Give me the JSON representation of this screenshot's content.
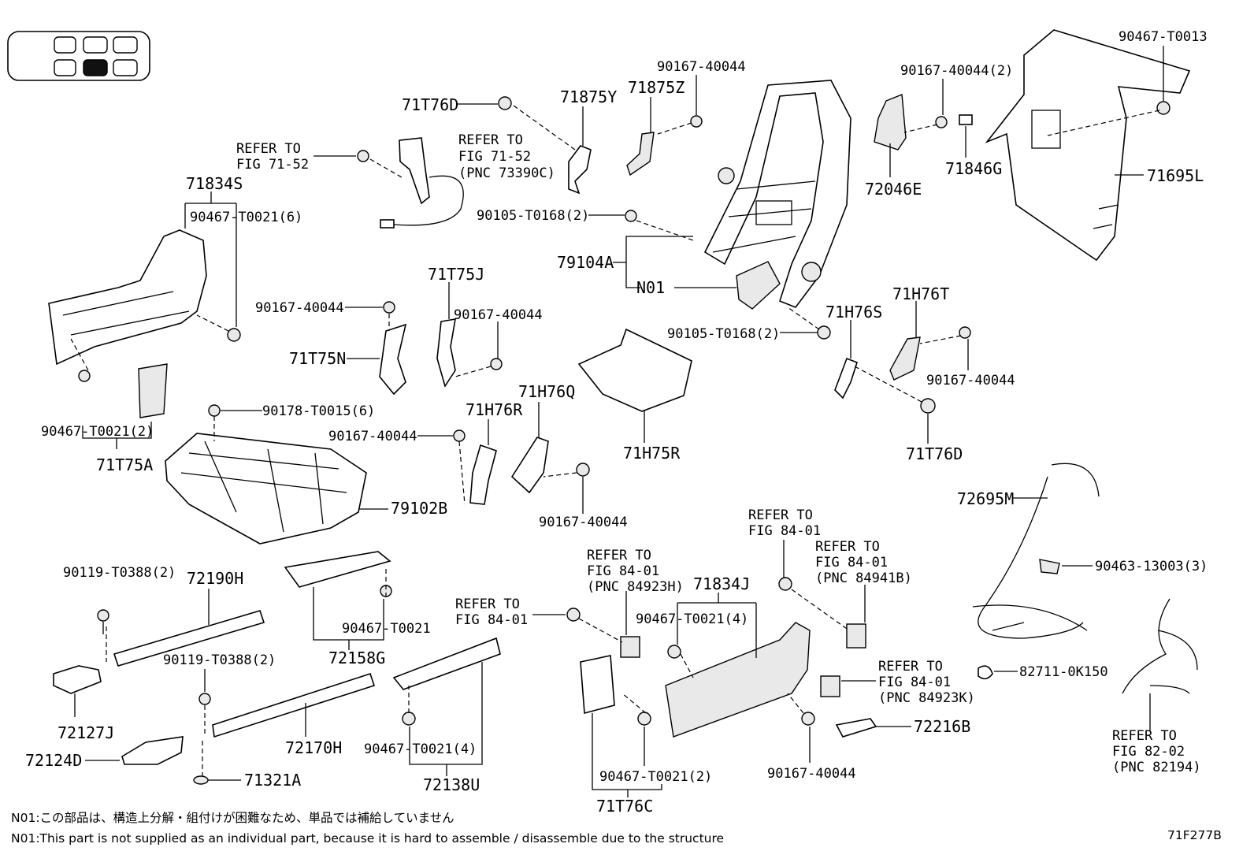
{
  "diagram_id": "71F277B",
  "notes": {
    "jp": "N01:この部品は、構造上分解・組付けが困難なため、単品では補給していません",
    "en": "N01:This part is not supplied as an individual part, because it is hard to assemble / disassemble due to the structure"
  },
  "labels": {
    "p90467_T0013": "90467-T0013",
    "p90167_40044_2_top": "90167-40044(2)",
    "p90167_40044_top": "90167-40044",
    "p71875Z": "71875Z",
    "p71875Y": "71875Y",
    "p71T76D_top": "71T76D",
    "refer_to_a": "REFER TO",
    "fig_71_52_a": "FIG 71-52",
    "refer_to_b": "REFER TO",
    "fig_71_52_b": "FIG 71-52",
    "pnc_73390C": "(PNC 73390C)",
    "p72046E": "72046E",
    "p71846G": "71846G",
    "p71695L": "71695L",
    "p71834S": "71834S",
    "p90467_T0021_6": "90467-T0021(6)",
    "p90105_T0168_2_a": "90105-T0168(2)",
    "p79104A": "79104A",
    "pN01": "N01",
    "p71T75J": "71T75J",
    "p90167_40044_left": "90167-40044",
    "p90167_40044_mid": "90167-40044",
    "p71T75N": "71T75N",
    "p71H76T": "71H76T",
    "p71H76S": "71H76S",
    "p90105_T0168_2_b": "90105-T0168(2)",
    "p90167_40044_right": "90167-40044",
    "p71T76D_right": "71T76D",
    "p90178_T0015_6": "90178-T0015(6)",
    "p90467_T0021_2_left": "90467-T0021(2)",
    "p71T75A": "71T75A",
    "p71H76Q": "71H76Q",
    "p71H76R": "71H76R",
    "p90167_40044_center": "90167-40044",
    "p71H75R": "71H75R",
    "p79102B": "79102B",
    "p90167_40044_lower": "90167-40044",
    "p72695M": "72695M",
    "refer_to_c": "REFER TO",
    "fig_84_01_c": "FIG 84-01",
    "refer_to_d": "REFER TO",
    "fig_84_01_d": "FIG 84-01",
    "pnc_84941B": "(PNC 84941B)",
    "refer_to_e": "REFER TO",
    "fig_84_01_e": "FIG 84-01",
    "pnc_84923H": "(PNC 84923H)",
    "p71834J": "71834J",
    "p90463_13003_3": "90463-13003(3)",
    "p90119_T0388_2_a": "90119-T0388(2)",
    "p72190H": "72190H",
    "p90467_T0021_mid": "90467-T0021",
    "p72158G": "72158G",
    "refer_to_f": "REFER TO",
    "fig_84_01_f": "FIG 84-01",
    "p90467_T0021_4_a": "90467-T0021(4)",
    "p90119_T0388_2_b": "90119-T0388(2)",
    "refer_to_g": "REFER TO",
    "fig_84_01_g": "FIG 84-01",
    "pnc_84923K": "(PNC 84923K)",
    "p82711_0K150": "82711-0K150",
    "p72127J": "72127J",
    "p72170H": "72170H",
    "p72124D": "72124D",
    "p90467_T0021_4_b": "90467-T0021(4)",
    "p72138U": "72138U",
    "p71321A": "71321A",
    "p72216B": "72216B",
    "p90167_40044_bottom": "90167-40044",
    "p90467_T0021_2_bottom": "90467-T0021(2)",
    "p71T76C": "71T76C",
    "refer_to_h": "REFER TO",
    "fig_82_02": "FIG 82-02",
    "pnc_82194": "(PNC 82194)"
  }
}
